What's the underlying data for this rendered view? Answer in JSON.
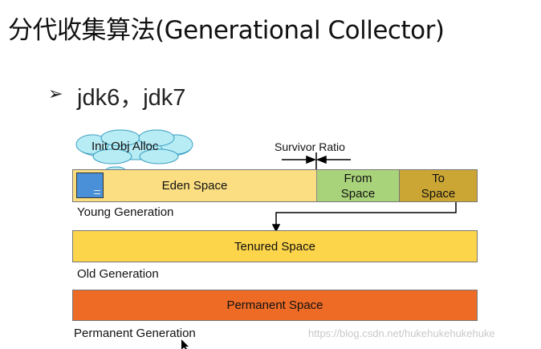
{
  "title": "分代收集算法(Generational Collector)",
  "bullet": {
    "text": "jdk6，jdk7"
  },
  "diagram": {
    "cloud_label": "Init Obj Alloc",
    "survivor_ratio_label": "Survivor Ratio",
    "young": {
      "eden": "Eden Space",
      "from_line1": "From",
      "from_line2": "Space",
      "to_line1": "To",
      "to_line2": "Space",
      "generation_label": "Young Generation"
    },
    "old": {
      "tenured": "Tenured Space",
      "generation_label": "Old Generation"
    },
    "permanent": {
      "space": "Permanent Space",
      "generation_label": "Permanent Generation"
    }
  },
  "colors": {
    "eden": "#fbde82",
    "from": "#a9d37a",
    "to": "#cba634",
    "tenured": "#fdd54a",
    "permanent": "#ee6b26",
    "cloud": "#b8ecf5",
    "alloc_box": "#4a90d9"
  },
  "watermark": "https://blog.csdn.net/hukehukehukehuke"
}
